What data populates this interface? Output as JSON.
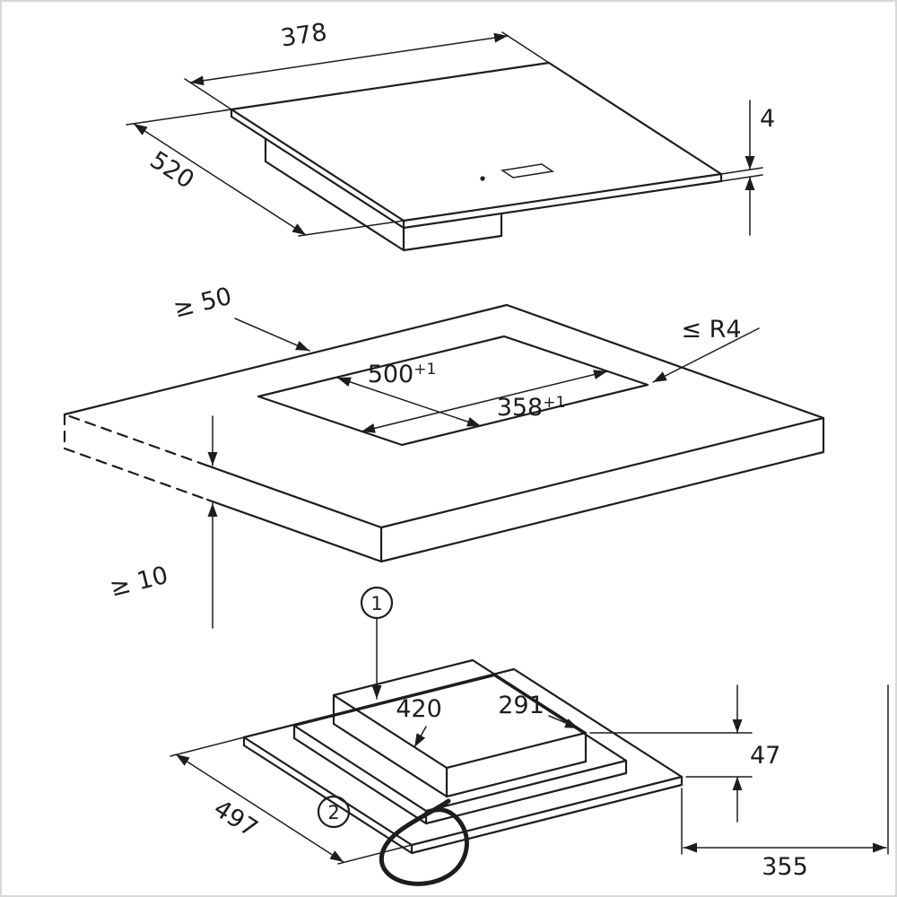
{
  "diagram": {
    "top_view": {
      "width": "378",
      "depth": "520",
      "glass_thickness": "4"
    },
    "cutout_view": {
      "edge_distance": "≥ 50",
      "corner_radius": "≤ R4",
      "cutout_depth": {
        "value": "500",
        "tolerance": "+1"
      },
      "cutout_width": {
        "value": "358",
        "tolerance": "+1"
      },
      "min_clearance": "≥ 10"
    },
    "underside_view": {
      "callout_1": "1",
      "callout_2": "2",
      "housing_depth": "420",
      "housing_width": "291",
      "housing_height": "47",
      "overall_depth": "497",
      "rear_clearance": "355"
    }
  },
  "colors": {
    "line": "#1d1d1b",
    "background": "#ffffff",
    "frame": "#d8d8d8"
  }
}
